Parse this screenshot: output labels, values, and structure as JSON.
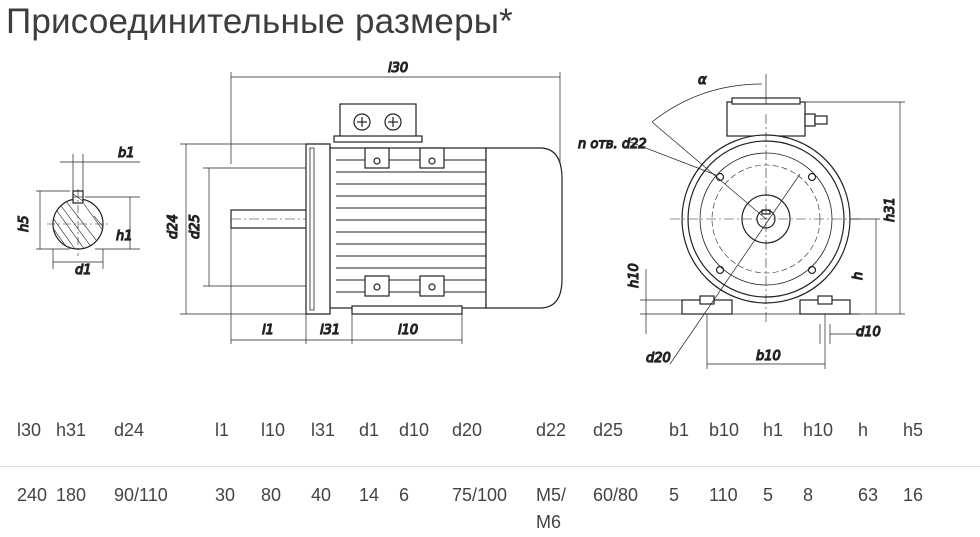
{
  "title": "Присоединительные размеры*",
  "drawing": {
    "labels": {
      "b1": "b1",
      "h5": "h5",
      "h1": "h1",
      "d1": "d1",
      "l30": "l30",
      "d24": "d24",
      "d25": "d25",
      "l1": "l1",
      "l31": "l31",
      "l10": "l10",
      "alpha": "α",
      "n_holes": "n отв. d22",
      "h31": "h31",
      "h10": "h10",
      "h": "h",
      "d10": "d10",
      "d20": "d20",
      "b10": "b10"
    }
  },
  "table": {
    "headers": [
      "l30",
      "h31",
      "d24",
      "l1",
      "l10",
      "l31",
      "d1",
      "d10",
      "d20",
      "d22",
      "d25",
      "b1",
      "b10",
      "h1",
      "h10",
      "h",
      "h5"
    ],
    "values": [
      "240",
      "180",
      "90/110",
      "30",
      "80",
      "40",
      "14",
      "6",
      "75/100",
      "M5/\nM6",
      "60/80",
      "5",
      "110",
      "5",
      "8",
      "63",
      "16"
    ]
  }
}
